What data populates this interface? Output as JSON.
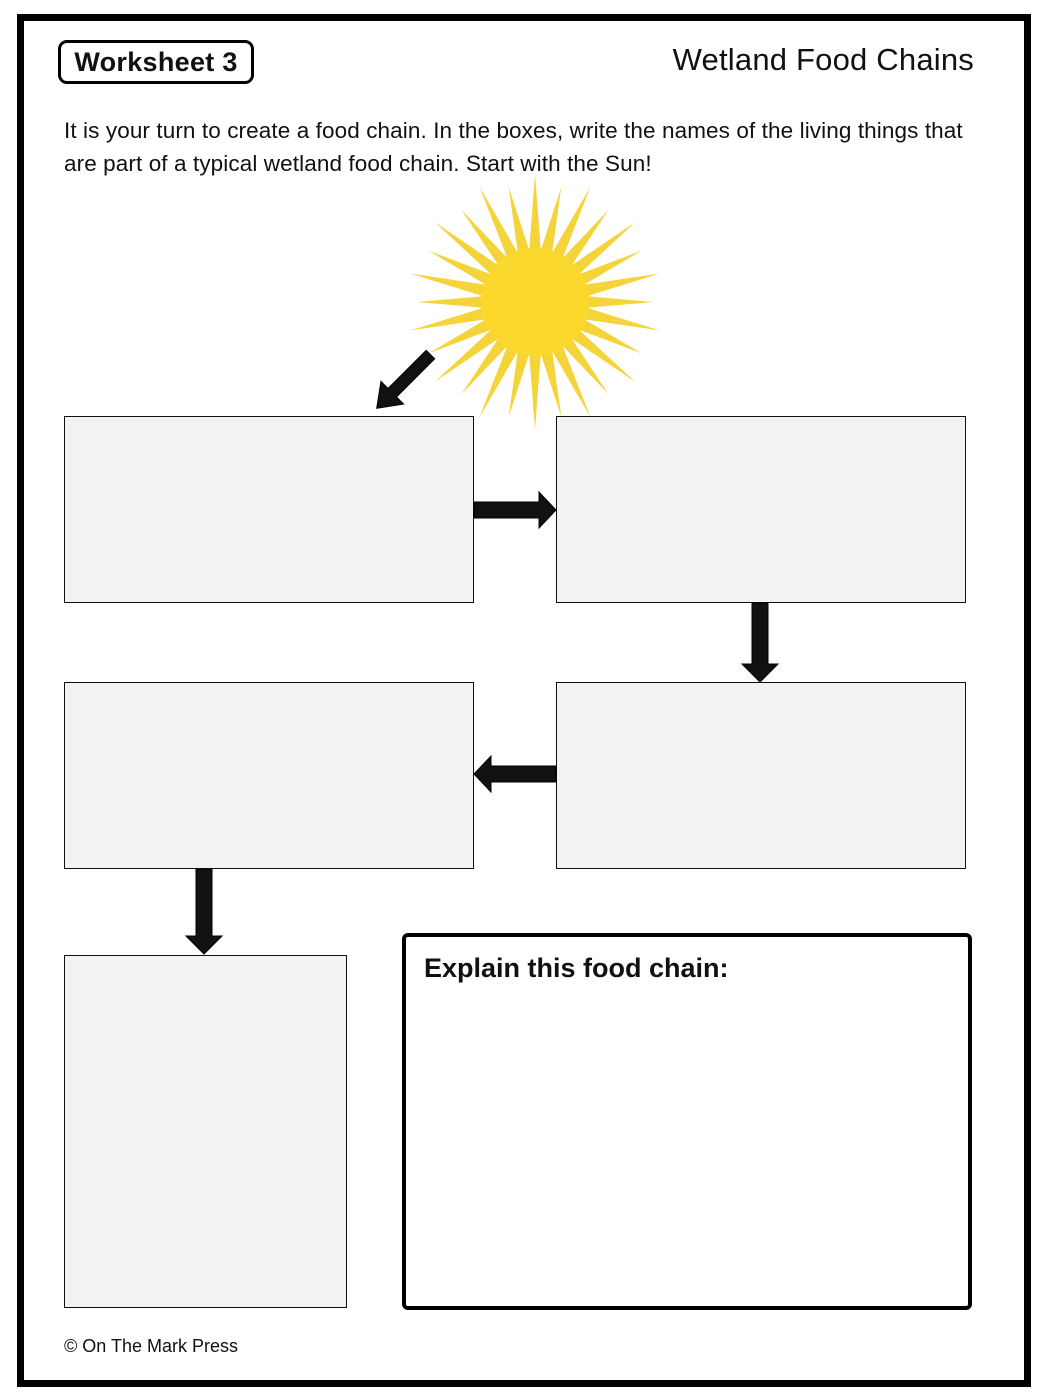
{
  "worksheet_label": "Worksheet 3",
  "title": "Wetland Food Chains",
  "instructions": "It is your turn to create a food chain. In the boxes, write the names of the living things that are part of a typical wetland food chain. Start with the Sun!",
  "explain_label": "Explain this food chain:",
  "footer": "© On The Mark Press",
  "icons": {
    "sun": "sun-icon",
    "arrows": [
      "arrow-down-left-icon",
      "arrow-right-icon",
      "arrow-down-icon",
      "arrow-left-icon",
      "arrow-down-icon"
    ]
  },
  "colors": {
    "sun": "#fbd92c",
    "rays": "#f5d43a",
    "box_fill": "#f3f2f2",
    "arrow": "#111111"
  }
}
